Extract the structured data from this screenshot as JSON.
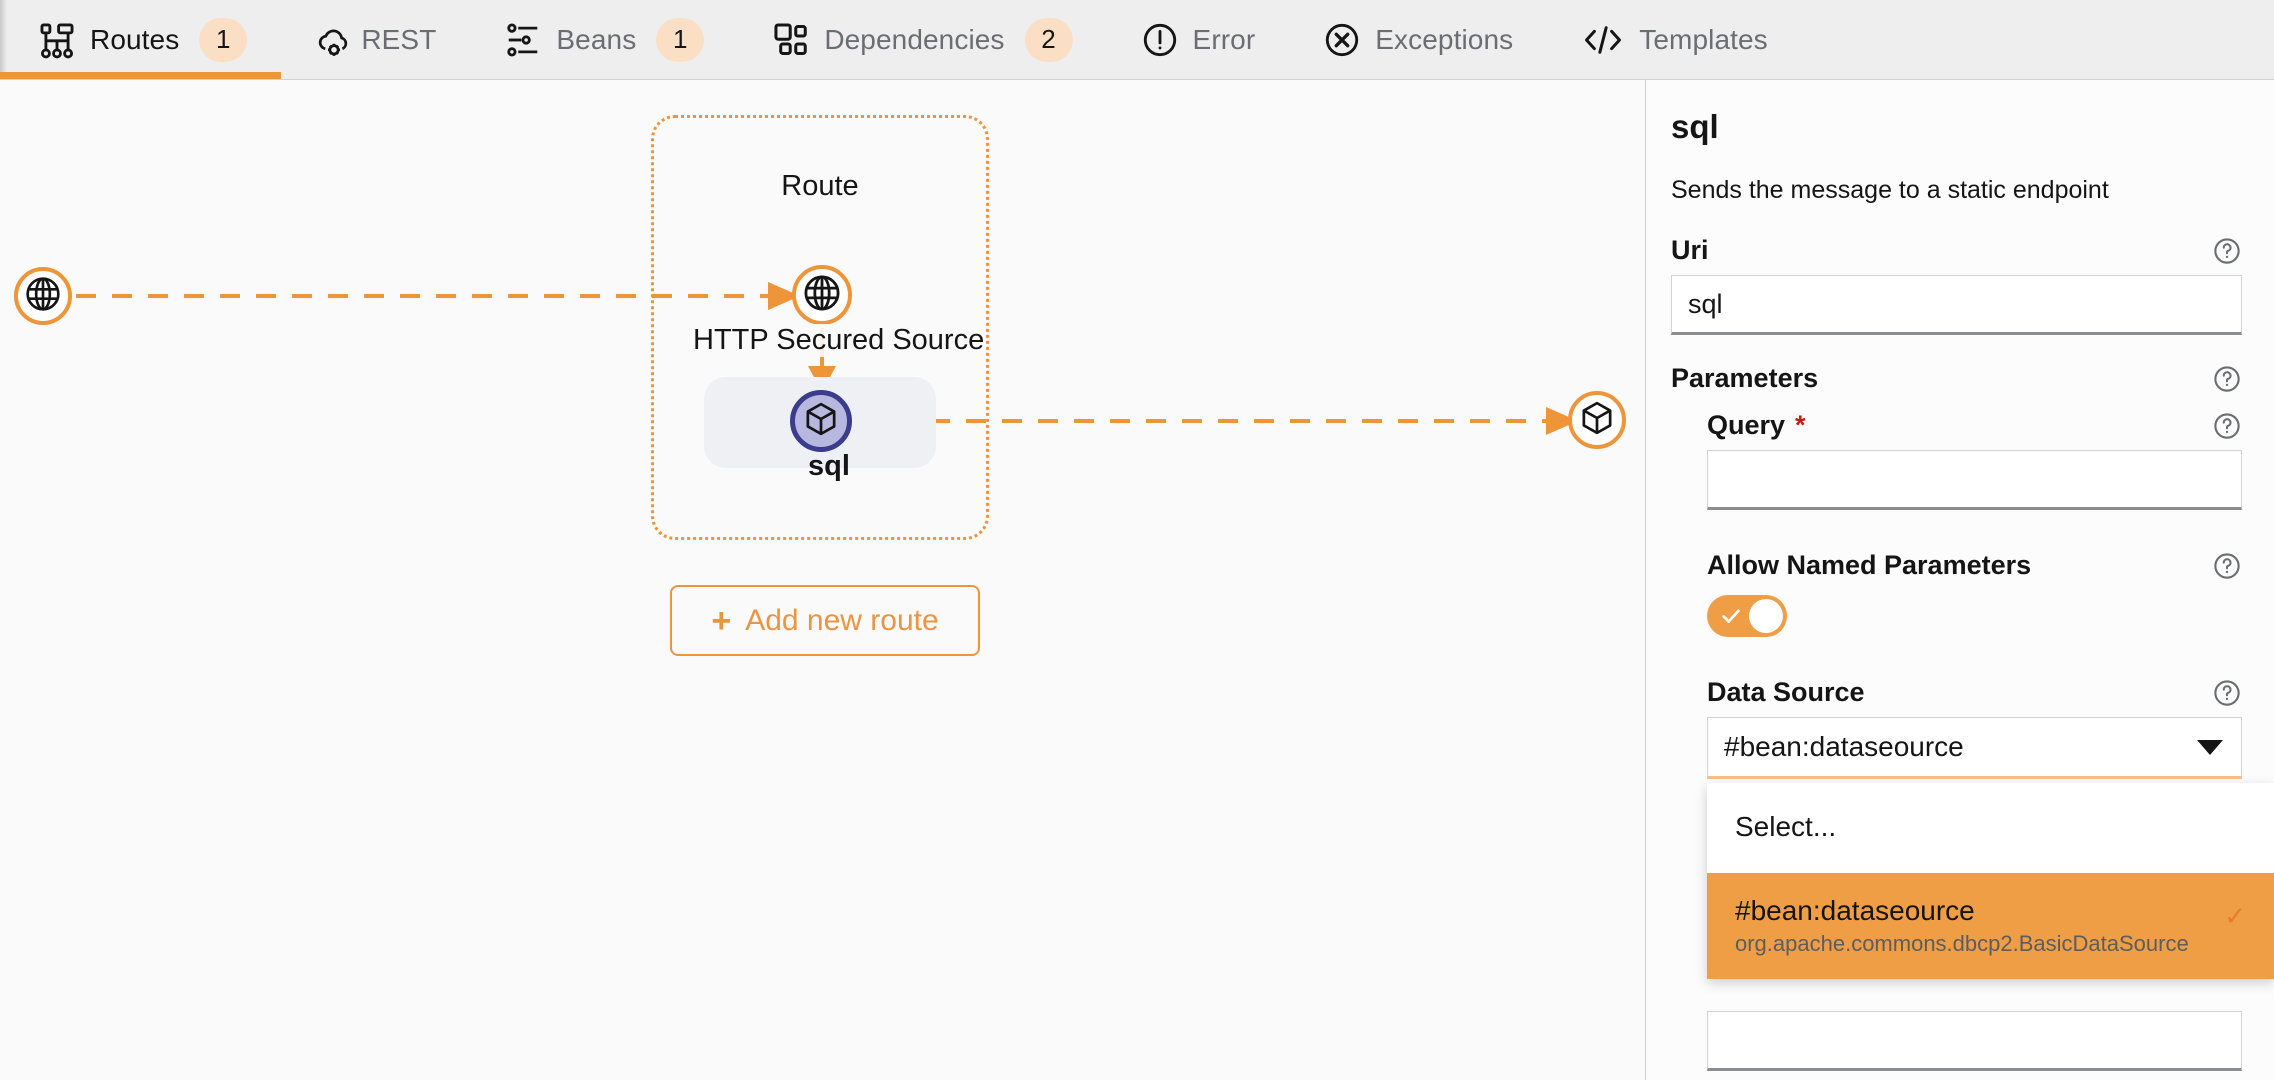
{
  "theme": {
    "accent": "#ee9439",
    "accent_soft": "#fadfc4",
    "selected_node_ring": "#3c3c8c",
    "selected_node_fill": "#b7b7e0",
    "required_marker": "#c9190b",
    "canvas_bg": "#fafafa",
    "tabbar_bg": "#eeeeee"
  },
  "tabs": [
    {
      "id": "routes",
      "label": "Routes",
      "icon": "routes-icon",
      "badge": "1",
      "active": true
    },
    {
      "id": "rest",
      "label": "REST",
      "icon": "rest-cloud-icon",
      "badge": null,
      "active": false
    },
    {
      "id": "beans",
      "label": "Beans",
      "icon": "beans-icon",
      "badge": "1",
      "active": false
    },
    {
      "id": "dependencies",
      "label": "Dependencies",
      "icon": "dependencies-icon",
      "badge": "2",
      "active": false
    },
    {
      "id": "error",
      "label": "Error",
      "icon": "error-circle-icon",
      "badge": null,
      "active": false
    },
    {
      "id": "exceptions",
      "label": "Exceptions",
      "icon": "exceptions-x-icon",
      "badge": null,
      "active": false
    },
    {
      "id": "templates",
      "label": "Templates",
      "icon": "code-icon",
      "badge": null,
      "active": false
    }
  ],
  "canvas": {
    "route_title": "Route",
    "nodes": {
      "source": {
        "label": "HTTP Secured Source",
        "icon": "globe-icon"
      },
      "step": {
        "label": "sql",
        "icon": "cube-icon",
        "selected": true
      },
      "edge_in": {
        "icon": "globe-icon"
      },
      "edge_out": {
        "icon": "cube-icon"
      }
    },
    "add_route_button": {
      "label": "Add new route",
      "plus": "+"
    }
  },
  "panel": {
    "title": "sql",
    "description": "Sends the message to a static endpoint",
    "uri": {
      "label": "Uri",
      "value": "sql",
      "placeholder": ""
    },
    "parameters": {
      "label": "Parameters",
      "query": {
        "label": "Query",
        "required_marker": "*",
        "value": "",
        "placeholder": ""
      },
      "allow_named_parameters": {
        "label": "Allow Named Parameters",
        "checked": true,
        "check_glyph": "✓"
      },
      "data_source": {
        "label": "Data Source",
        "value": "#bean:dataseource",
        "expanded": true,
        "options": [
          {
            "label": "Select...",
            "sub": "",
            "selected": false
          },
          {
            "label": "#bean:dataseource",
            "sub": "org.apache.commons.dbcp2.BasicDataSource",
            "selected": true,
            "check_glyph": "✓"
          }
        ]
      },
      "next_field": {
        "value": "",
        "placeholder": ""
      }
    },
    "help_icon": "help-circle-icon"
  }
}
